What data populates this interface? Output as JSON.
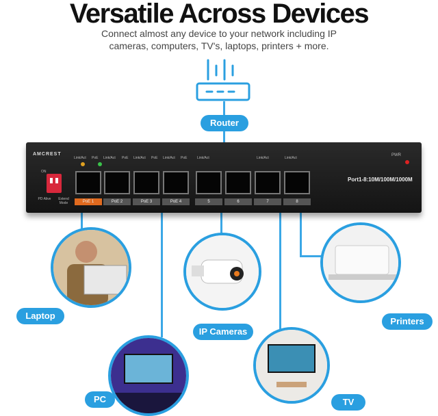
{
  "header": {
    "title": "Versatile Across Devices",
    "subtitle_line1": "Connect almost any device to your network including IP",
    "subtitle_line2": "cameras, computers, TV's,  laptops, printers + more."
  },
  "router": {
    "label": "Router",
    "icon": "router-icon"
  },
  "switch": {
    "brand": "AMCREST",
    "spec": "Port1-8:10M/100M/1000M",
    "pwr": "PWR",
    "on": "ON",
    "dip_labels": [
      "PD Alive",
      "Extend Mode"
    ],
    "led_labels": [
      "Link/Act",
      "PoE",
      "Link/Act",
      "PoE",
      "Link/Act",
      "PoE",
      "Link/Act",
      "PoE",
      "Link/Act",
      "Link/Act",
      "Link/Act"
    ],
    "ports": [
      "PoE 1",
      "PoE 2",
      "PoE 3",
      "PoE 4",
      "5",
      "6",
      "7",
      "8"
    ]
  },
  "devices": {
    "laptop": "Laptop",
    "ip_cameras": "IP Cameras",
    "printers": "Printers",
    "pc": "PC",
    "tv": "TV"
  },
  "colors": {
    "accent": "#2a9fe0",
    "port1": "#e06a1f"
  }
}
